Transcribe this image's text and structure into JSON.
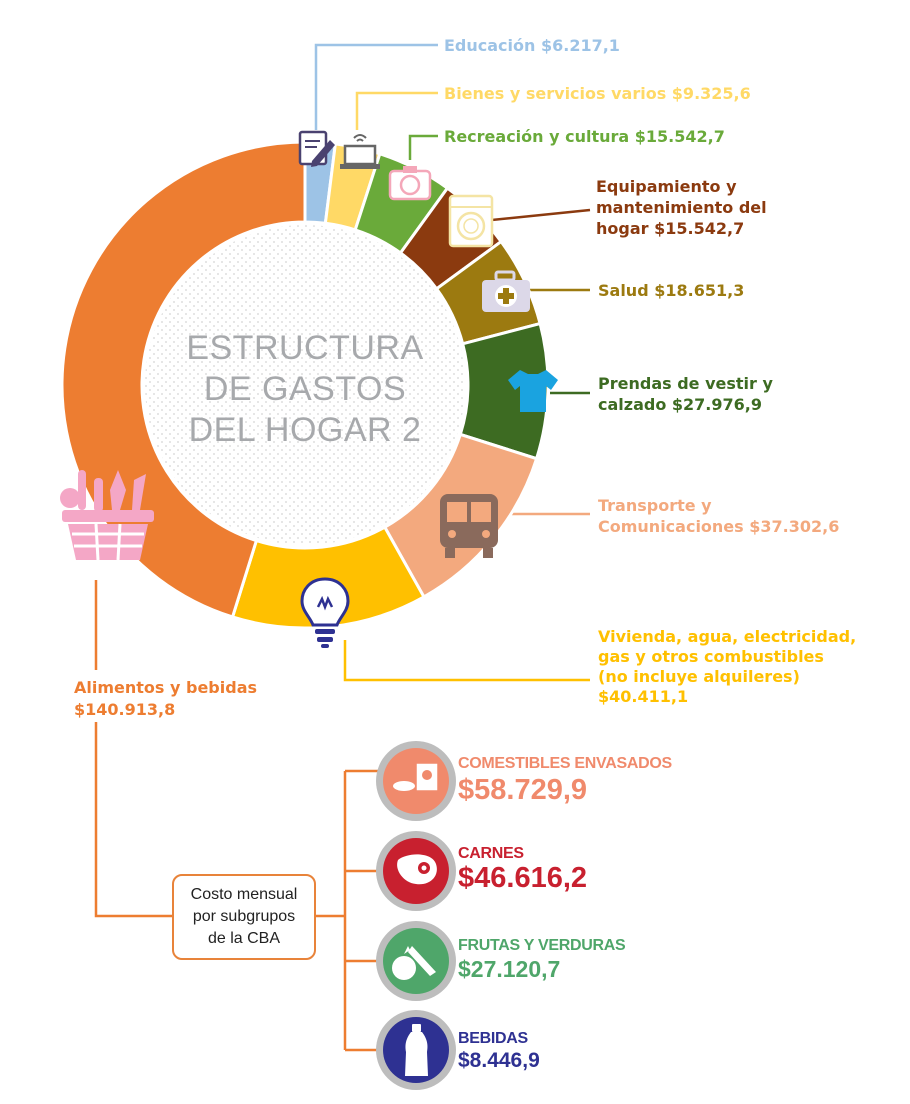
{
  "chart_data": {
    "type": "pie",
    "variant": "donut",
    "title_lines": [
      "ESTRUCTURA",
      "DE GASTOS",
      "DEL HOGAR 2"
    ],
    "categories": [
      {
        "label": "Educación",
        "value_text": "$6.217,1",
        "value": 6217.1,
        "color": "#9dc3e6",
        "icon": "notepad-pencil-icon"
      },
      {
        "label": "Bienes y servicios varios",
        "value_text": "$9.325,6",
        "value": 9325.6,
        "color": "#ffd966",
        "icon": "laptop-wifi-icon"
      },
      {
        "label": "Recreación y cultura",
        "value_text": "$15.542,7",
        "value": 15542.7,
        "color": "#6aaa3a",
        "icon": "camera-icon"
      },
      {
        "label_lines": [
          "Equipamiento y",
          "mantenimiento del",
          "hogar"
        ],
        "value_text": "$15.542,7",
        "value": 15542.7,
        "color": "#8b3a0f",
        "icon": "washing-machine-icon"
      },
      {
        "label": "Salud",
        "value_text": "$18.651,3",
        "value": 18651.3,
        "color": "#9c7a10",
        "icon": "first-aid-kit-icon"
      },
      {
        "label_lines": [
          "Prendas de vestir y",
          "calzado"
        ],
        "value_text": "$27.976,9",
        "value": 27976.9,
        "color": "#3d6b22",
        "icon": "tshirt-icon"
      },
      {
        "label_lines": [
          "Transporte y",
          "Comunicaciones"
        ],
        "value_text": "$37.302,6",
        "value": 37302.6,
        "color": "#f3a97e",
        "icon": "bus-icon"
      },
      {
        "label_lines": [
          "Vivienda, agua, electricidad,",
          "gas y otros combustibles",
          "(no incluye alquileres)"
        ],
        "value_text": "$40.411,1",
        "value": 40411.1,
        "color": "#ffc000",
        "icon": "lightbulb-icon"
      },
      {
        "label": "Alimentos y bebidas",
        "value_text": "$140.913,8",
        "value": 140913.8,
        "color": "#ed7d31",
        "icon": "food-basket-icon"
      }
    ],
    "subgroups_title_lines": [
      "Costo mensual",
      "por subgrupos",
      "de la CBA"
    ],
    "subgroups": [
      {
        "label": "COMESTIBLES ENVASADOS",
        "value_text": "$58.729,9",
        "value": 58729.9,
        "color": "#f08a6c",
        "icon": "packaged-food-icon"
      },
      {
        "label": "CARNES",
        "value_text": "$46.616,2",
        "value": 46616.2,
        "color": "#c8202f",
        "icon": "steak-icon"
      },
      {
        "label": "FRUTAS Y VERDURAS",
        "value_text": "$27.120,7",
        "value": 27120.7,
        "color": "#4fa66a",
        "icon": "fruit-vegetable-icon"
      },
      {
        "label": "BEBIDAS",
        "value_text": "$8.446,9",
        "value": 8446.9,
        "color": "#2e3192",
        "icon": "bottle-icon"
      }
    ]
  }
}
